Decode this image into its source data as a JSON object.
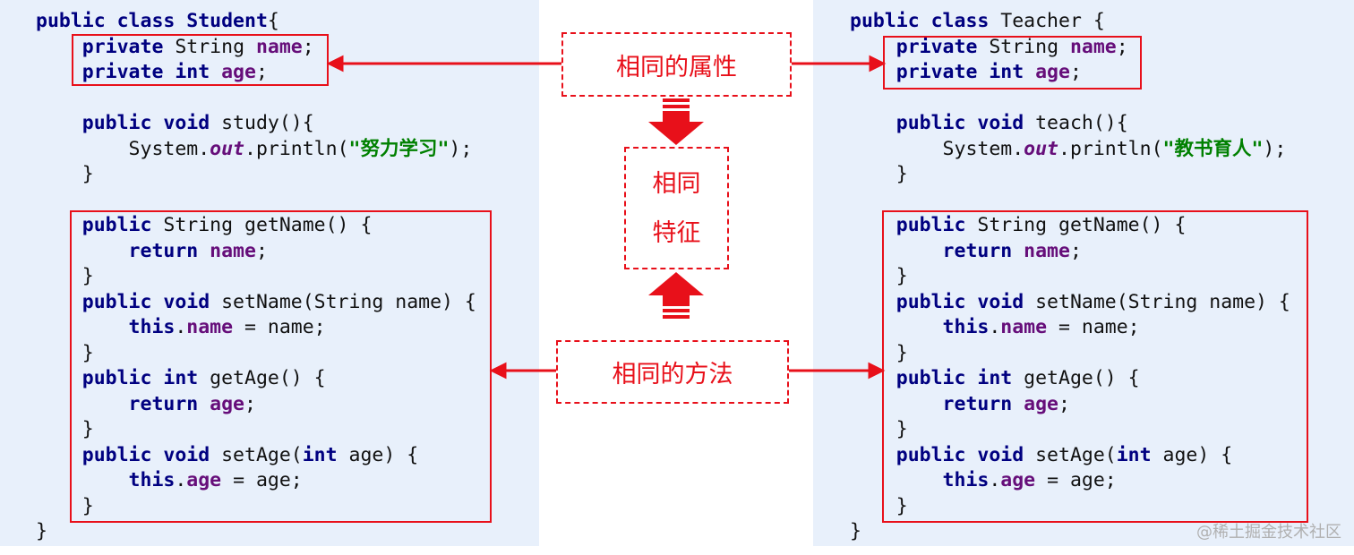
{
  "student": {
    "lines": [
      [
        {
          "t": "public class ",
          "c": "kw"
        },
        {
          "t": "Student",
          "c": "cls"
        },
        {
          "t": "{",
          "c": ""
        }
      ],
      [
        {
          "t": "    private ",
          "c": "kw"
        },
        {
          "t": "String ",
          "c": ""
        },
        {
          "t": "name",
          "c": "fld"
        },
        {
          "t": ";",
          "c": ""
        }
      ],
      [
        {
          "t": "    private int ",
          "c": "kw"
        },
        {
          "t": "age",
          "c": "fld"
        },
        {
          "t": ";",
          "c": ""
        }
      ],
      [
        {
          "t": "",
          "c": ""
        }
      ],
      [
        {
          "t": "    public void ",
          "c": "kw"
        },
        {
          "t": "study(){",
          "c": ""
        }
      ],
      [
        {
          "t": "        System.",
          "c": ""
        },
        {
          "t": "out",
          "c": "st"
        },
        {
          "t": ".println(",
          "c": ""
        },
        {
          "t": "\"努力学习\"",
          "c": "str"
        },
        {
          "t": ");",
          "c": ""
        }
      ],
      [
        {
          "t": "    }",
          "c": ""
        }
      ],
      [
        {
          "t": "",
          "c": ""
        }
      ],
      [
        {
          "t": "    public ",
          "c": "kw"
        },
        {
          "t": "String getName() {",
          "c": ""
        }
      ],
      [
        {
          "t": "        return ",
          "c": "kw"
        },
        {
          "t": "name",
          "c": "fld"
        },
        {
          "t": ";",
          "c": ""
        }
      ],
      [
        {
          "t": "    }",
          "c": ""
        }
      ],
      [
        {
          "t": "    public void ",
          "c": "kw"
        },
        {
          "t": "setName(String name) {",
          "c": ""
        }
      ],
      [
        {
          "t": "        this",
          "c": "kw"
        },
        {
          "t": ".",
          "c": ""
        },
        {
          "t": "name",
          "c": "fld"
        },
        {
          "t": " = name;",
          "c": ""
        }
      ],
      [
        {
          "t": "    }",
          "c": ""
        }
      ],
      [
        {
          "t": "    public int ",
          "c": "kw"
        },
        {
          "t": "getAge() {",
          "c": ""
        }
      ],
      [
        {
          "t": "        return ",
          "c": "kw"
        },
        {
          "t": "age",
          "c": "fld"
        },
        {
          "t": ";",
          "c": ""
        }
      ],
      [
        {
          "t": "    }",
          "c": ""
        }
      ],
      [
        {
          "t": "    public void ",
          "c": "kw"
        },
        {
          "t": "setAge(",
          "c": ""
        },
        {
          "t": "int ",
          "c": "kw"
        },
        {
          "t": "age) {",
          "c": ""
        }
      ],
      [
        {
          "t": "        this",
          "c": "kw"
        },
        {
          "t": ".",
          "c": ""
        },
        {
          "t": "age",
          "c": "fld"
        },
        {
          "t": " = age;",
          "c": ""
        }
      ],
      [
        {
          "t": "    }",
          "c": ""
        }
      ],
      [
        {
          "t": "}",
          "c": ""
        }
      ]
    ]
  },
  "teacher": {
    "lines": [
      [
        {
          "t": "public class ",
          "c": "kw"
        },
        {
          "t": "Teacher {",
          "c": ""
        }
      ],
      [
        {
          "t": "    private ",
          "c": "kw"
        },
        {
          "t": "String ",
          "c": ""
        },
        {
          "t": "name",
          "c": "fld"
        },
        {
          "t": ";",
          "c": ""
        }
      ],
      [
        {
          "t": "    private int ",
          "c": "kw"
        },
        {
          "t": "age",
          "c": "fld"
        },
        {
          "t": ";",
          "c": ""
        }
      ],
      [
        {
          "t": "",
          "c": ""
        }
      ],
      [
        {
          "t": "    public void ",
          "c": "kw"
        },
        {
          "t": "teach(){",
          "c": ""
        }
      ],
      [
        {
          "t": "        System.",
          "c": ""
        },
        {
          "t": "out",
          "c": "st"
        },
        {
          "t": ".println(",
          "c": ""
        },
        {
          "t": "\"教书育人\"",
          "c": "str"
        },
        {
          "t": ");",
          "c": ""
        }
      ],
      [
        {
          "t": "    }",
          "c": ""
        }
      ],
      [
        {
          "t": "",
          "c": ""
        }
      ],
      [
        {
          "t": "    public ",
          "c": "kw"
        },
        {
          "t": "String getName() {",
          "c": ""
        }
      ],
      [
        {
          "t": "        return ",
          "c": "kw"
        },
        {
          "t": "name",
          "c": "fld"
        },
        {
          "t": ";",
          "c": ""
        }
      ],
      [
        {
          "t": "    }",
          "c": ""
        }
      ],
      [
        {
          "t": "    public void ",
          "c": "kw"
        },
        {
          "t": "setName(String name) {",
          "c": ""
        }
      ],
      [
        {
          "t": "        this",
          "c": "kw"
        },
        {
          "t": ".",
          "c": ""
        },
        {
          "t": "name",
          "c": "fld"
        },
        {
          "t": " = name;",
          "c": ""
        }
      ],
      [
        {
          "t": "    }",
          "c": ""
        }
      ],
      [
        {
          "t": "    public int ",
          "c": "kw"
        },
        {
          "t": "getAge() {",
          "c": ""
        }
      ],
      [
        {
          "t": "        return ",
          "c": "kw"
        },
        {
          "t": "age",
          "c": "fld"
        },
        {
          "t": ";",
          "c": ""
        }
      ],
      [
        {
          "t": "    }",
          "c": ""
        }
      ],
      [
        {
          "t": "    public void ",
          "c": "kw"
        },
        {
          "t": "setAge(",
          "c": ""
        },
        {
          "t": "int ",
          "c": "kw"
        },
        {
          "t": "age) {",
          "c": ""
        }
      ],
      [
        {
          "t": "        this",
          "c": "kw"
        },
        {
          "t": ".",
          "c": ""
        },
        {
          "t": "age",
          "c": "fld"
        },
        {
          "t": " = age;",
          "c": ""
        }
      ],
      [
        {
          "t": "    }",
          "c": ""
        }
      ],
      [
        {
          "t": "}",
          "c": ""
        }
      ]
    ]
  },
  "labels": {
    "same_attributes": "相同的属性",
    "same_features_line1": "相同",
    "same_features_line2": "特征",
    "same_methods": "相同的方法"
  },
  "watermark": "@稀土掘金技术社区",
  "colors": {
    "panel_bg": "#e8f0fb",
    "accent_red": "#e8101a",
    "keyword": "#000080",
    "field": "#660e7a",
    "string": "#008000"
  }
}
